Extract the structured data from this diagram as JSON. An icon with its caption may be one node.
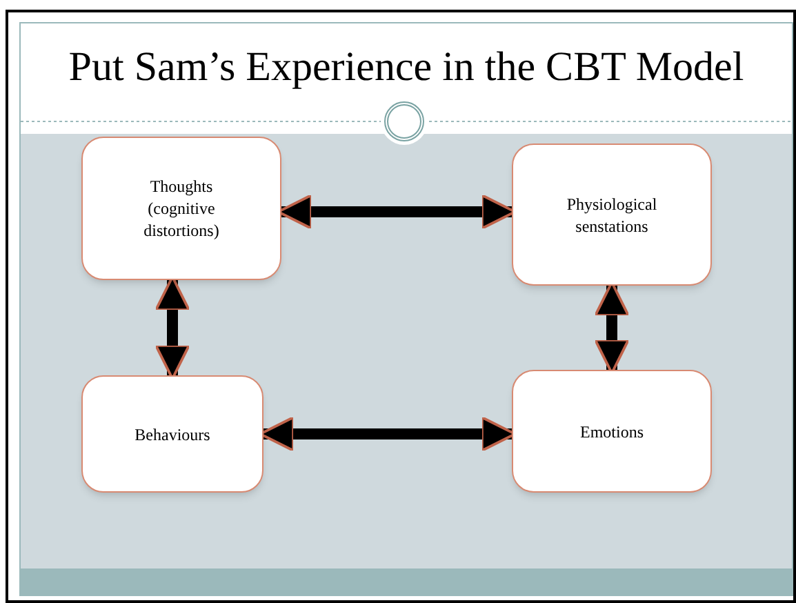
{
  "diagram": {
    "title": "Put Sam’s Experience in the CBT Model",
    "nodes": [
      {
        "text": [
          "Thoughts (cognitive distortions)"
        ]
      },
      {
        "text": [
          "Physiological senstations"
        ]
      },
      {
        "text": [
          "Behaviours"
        ]
      },
      {
        "text": [
          "Emotions"
        ]
      }
    ],
    "edges": [
      {
        "from": 0,
        "to": 1,
        "arrow": "both"
      },
      {
        "from": 0,
        "to": 2,
        "arrow": "both"
      },
      {
        "from": 1,
        "to": 3,
        "arrow": "both"
      },
      {
        "from": 2,
        "to": 3,
        "arrow": "both"
      }
    ]
  }
}
